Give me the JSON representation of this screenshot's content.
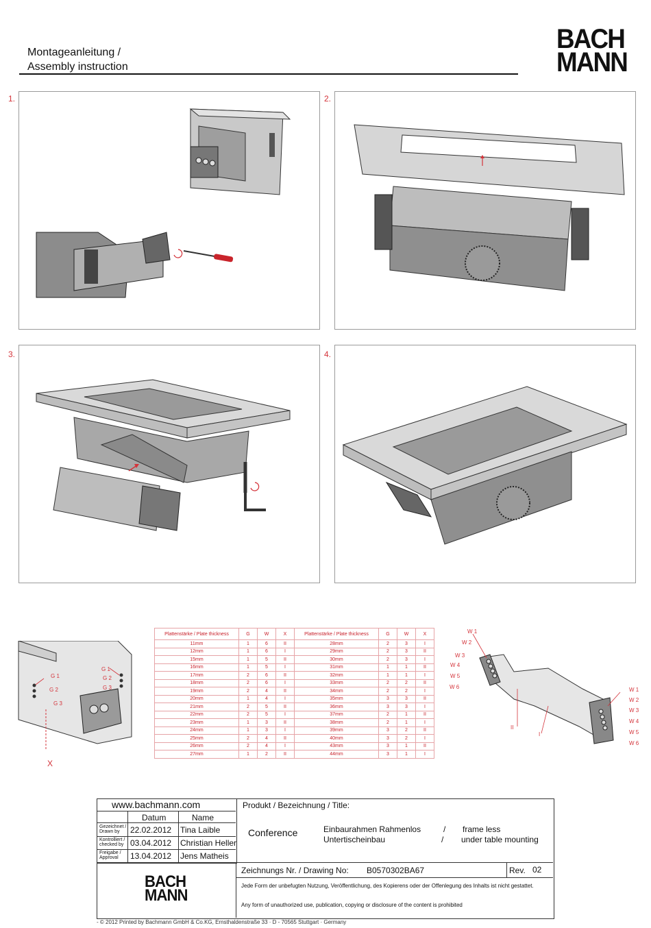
{
  "header": {
    "title_de": "Montageanleitung /",
    "title_en": "Assembly instruction"
  },
  "brand": {
    "line1": "BACH",
    "line2": "MANN"
  },
  "steps": [
    "1.",
    "2.",
    "3.",
    "4."
  ],
  "table": {
    "headers": [
      "Plattenstärke / Plate thickness",
      "G",
      "W",
      "X",
      "Plattenstärke / Plate thickness",
      "G",
      "W",
      "X"
    ],
    "rows": [
      [
        "11mm",
        "1",
        "6",
        "II",
        "28mm",
        "2",
        "3",
        "I"
      ],
      [
        "12mm",
        "1",
        "6",
        "I",
        "29mm",
        "2",
        "3",
        "II"
      ],
      [
        "15mm",
        "1",
        "5",
        "II",
        "30mm",
        "2",
        "3",
        "I"
      ],
      [
        "16mm",
        "1",
        "5",
        "I",
        "31mm",
        "1",
        "1",
        "II"
      ],
      [
        "17mm",
        "2",
        "6",
        "II",
        "32mm",
        "1",
        "1",
        "I"
      ],
      [
        "18mm",
        "2",
        "6",
        "I",
        "33mm",
        "2",
        "2",
        "II"
      ],
      [
        "19mm",
        "2",
        "4",
        "II",
        "34mm",
        "2",
        "2",
        "I"
      ],
      [
        "20mm",
        "1",
        "4",
        "I",
        "35mm",
        "3",
        "3",
        "II"
      ],
      [
        "21mm",
        "2",
        "5",
        "II",
        "36mm",
        "3",
        "3",
        "I"
      ],
      [
        "22mm",
        "2",
        "5",
        "I",
        "37mm",
        "2",
        "1",
        "II"
      ],
      [
        "23mm",
        "1",
        "3",
        "II",
        "38mm",
        "2",
        "1",
        "I"
      ],
      [
        "24mm",
        "1",
        "3",
        "I",
        "39mm",
        "3",
        "2",
        "II"
      ],
      [
        "25mm",
        "2",
        "4",
        "II",
        "40mm",
        "3",
        "2",
        "I"
      ],
      [
        "26mm",
        "2",
        "4",
        "I",
        "43mm",
        "3",
        "1",
        "II"
      ],
      [
        "27mm",
        "1",
        "2",
        "II",
        "44mm",
        "3",
        "1",
        "I"
      ]
    ]
  },
  "left_detail": {
    "g1": "G 1",
    "g2": "G 2",
    "g3": "G 3",
    "x": "X"
  },
  "right_detail": {
    "w1": "W 1",
    "w2": "W 2",
    "w3": "W 3",
    "w4": "W 4",
    "w5": "W 5",
    "w6": "W 6",
    "two": "II",
    "one": "I"
  },
  "title_block": {
    "website": "www.bachmann.com",
    "col_datum": "Datum",
    "col_name": "Name",
    "drawn_label": "Gezeichnet / Drawn by",
    "drawn_date": "22.02.2012",
    "drawn_name": "Tina Laible",
    "checked_label": "Kontrolliert / checked by",
    "checked_date": "03.04.2012",
    "checked_name": "Christian Heller",
    "approval_label": "Freigabe / Approval",
    "approval_date": "13.04.2012",
    "approval_name": "Jens Matheis",
    "product_label": "Produkt / Bezeichnung / Title:",
    "product_name": "Conference",
    "desc_de_1": "Einbaurahmen Rahmenlos",
    "desc_de_2": "Untertischeinbau",
    "slash": "/",
    "desc_en_1": "frame less",
    "desc_en_2": "under table mounting",
    "drawing_label": "Zeichnungs Nr. / Drawing No:",
    "drawing_no": "B0570302BA67",
    "rev_label": "Rev.",
    "rev_value": "02",
    "notice_de": "Jede Form der unbefugten Nutzung, Veröffentlichung, des Kopierens oder der Offenlegung des Inhalts ist nicht gestattet.",
    "notice_en": "Any form of unauthorized use, publication, copying or disclosure of the content is prohibited"
  },
  "footer": "- © 2012 Printed by Bachmann GmbH & Co.KG, Ernsthaldenstraße 33 · D - 70565 Stuttgart · Germany"
}
